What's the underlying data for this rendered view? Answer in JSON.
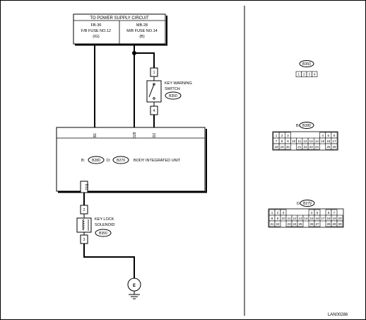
{
  "power_supply": {
    "title": "TO POWER SUPPLY CIRCUIT",
    "fuse_left": {
      "line1": "FB-36",
      "line2": "F/B FUSE NO.12",
      "line3": "(IG)"
    },
    "fuse_right": {
      "line1": "MB-28",
      "line2": "M/B FUSE NO.14",
      "line3": "(B)"
    }
  },
  "key_warning_switch": {
    "label_line1": "KEY WARNING",
    "label_line2": "SWITCH",
    "connector": "B350",
    "pin_top": "1",
    "pin_bottom": "4"
  },
  "body_unit": {
    "name": "BODY INTEGRATED UNIT",
    "connector_b_prefix": "B:",
    "connector_b": "B280",
    "connector_d_prefix": "D:",
    "connector_d": "B279",
    "pin_b1": "B1",
    "pin_d28": "D28",
    "pin_d2": "D2",
    "pin_d11": "D11"
  },
  "key_lock_solenoid": {
    "label_line1": "KEY LOCK",
    "label_line2": "SOLENOID",
    "connector": "B350",
    "pin_top": "2",
    "pin_bottom": "3"
  },
  "ground": {
    "label": "E"
  },
  "connector_views": [
    {
      "id": "B350",
      "prefix": "",
      "rows": [
        [
          "1",
          "2",
          "3",
          "4"
        ]
      ]
    },
    {
      "id": "B280",
      "prefix": "B:",
      "rows": [
        [
          "1",
          "2",
          "3",
          "",
          "",
          "",
          "",
          "",
          "4",
          "5",
          "6"
        ],
        [
          "7",
          "8",
          "9",
          "10",
          "11",
          "12",
          "13",
          "14",
          "15",
          "16",
          "17"
        ],
        [
          "18",
          "19",
          "20",
          "",
          "21",
          "22",
          "23",
          "24",
          "",
          "25",
          "26"
        ]
      ]
    },
    {
      "id": "B279",
      "prefix": "D:",
      "rows": [
        [
          "1",
          "2",
          "3",
          "",
          "",
          "",
          "",
          "4",
          "5",
          "",
          "6",
          "7"
        ],
        [
          "8",
          "9",
          "10",
          "11",
          "12",
          "13",
          "14",
          "15",
          "16",
          "17",
          "18",
          "19",
          "20"
        ],
        [
          "21",
          "22",
          "",
          "23",
          "24",
          "25",
          "",
          "26",
          "27",
          "",
          "28",
          "29",
          "30"
        ]
      ]
    }
  ],
  "figure_code": "LAN00286"
}
